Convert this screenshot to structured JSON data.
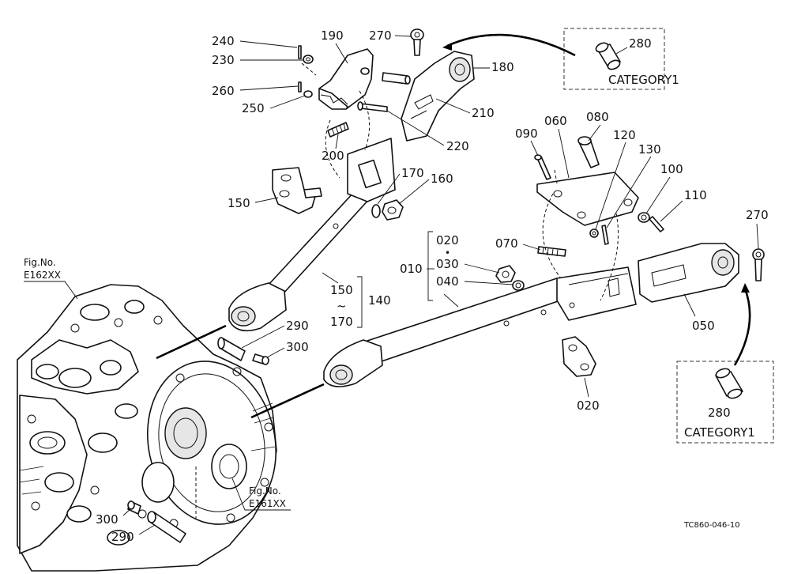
{
  "parts": {
    "p240": "240",
    "p230": "230",
    "p190": "190",
    "p270a": "270",
    "p280a": "280",
    "p180": "180",
    "p260": "260",
    "p250": "250",
    "p210": "210",
    "p220": "220",
    "p200": "200",
    "p170": "170",
    "p160": "160",
    "p150": "150",
    "p090": "090",
    "p060": "060",
    "p080": "080",
    "p120": "120",
    "p130": "130",
    "p100": "100",
    "p110": "110",
    "p270b": "270",
    "p020a": "020",
    "p030": "030",
    "p040": "040",
    "p010": "010",
    "p070": "070",
    "p050": "050",
    "p020b": "020",
    "p280b": "280",
    "p290a": "290",
    "p300a": "300",
    "p300b": "300",
    "p290b": "290",
    "g150": "150",
    "g170": "170",
    "g140": "140"
  },
  "symbols": {
    "tilde": "~",
    "dot": "•"
  },
  "refs": {
    "fig1_title": "Fig.No.",
    "fig1_code": "E162XX",
    "fig2_title": "Fig.No.",
    "fig2_code": "E161XX"
  },
  "category_boxes": {
    "top_label": "CATEGORY1",
    "bottom_label": "CATEGORY1"
  },
  "drawing_code": "TC860-046-10"
}
